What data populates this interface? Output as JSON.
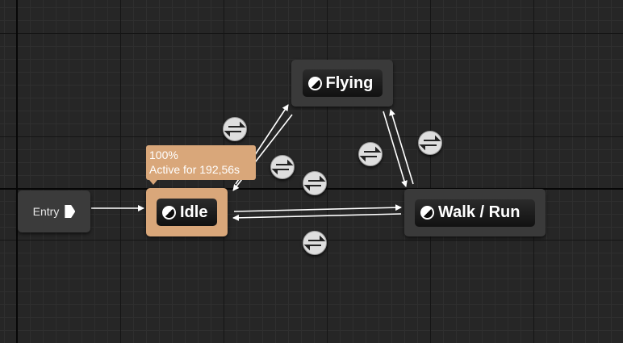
{
  "graph": {
    "entry": {
      "label": "Entry"
    },
    "states": {
      "idle": {
        "label": "Idle",
        "active": true
      },
      "flying": {
        "label": "Flying",
        "active": false
      },
      "walk_run": {
        "label": "Walk / Run",
        "active": false
      }
    },
    "debug": {
      "weight": "100%",
      "active_for": "Active for 192,56s"
    },
    "transition_rules": [
      "idle-to-flying",
      "flying-to-idle",
      "flying-to-walk-run",
      "walk-run-to-flying",
      "walk-run-to-idle",
      "idle-to-walk-run"
    ]
  },
  "colors": {
    "active_state": "#d9a77a",
    "state": "#3a3a3a",
    "background": "#262626",
    "wire": "#ffffff"
  },
  "icons": {
    "state": "state-half-circle-icon",
    "rule": "transition-rule-icon",
    "entry": "entry-pin-icon"
  }
}
